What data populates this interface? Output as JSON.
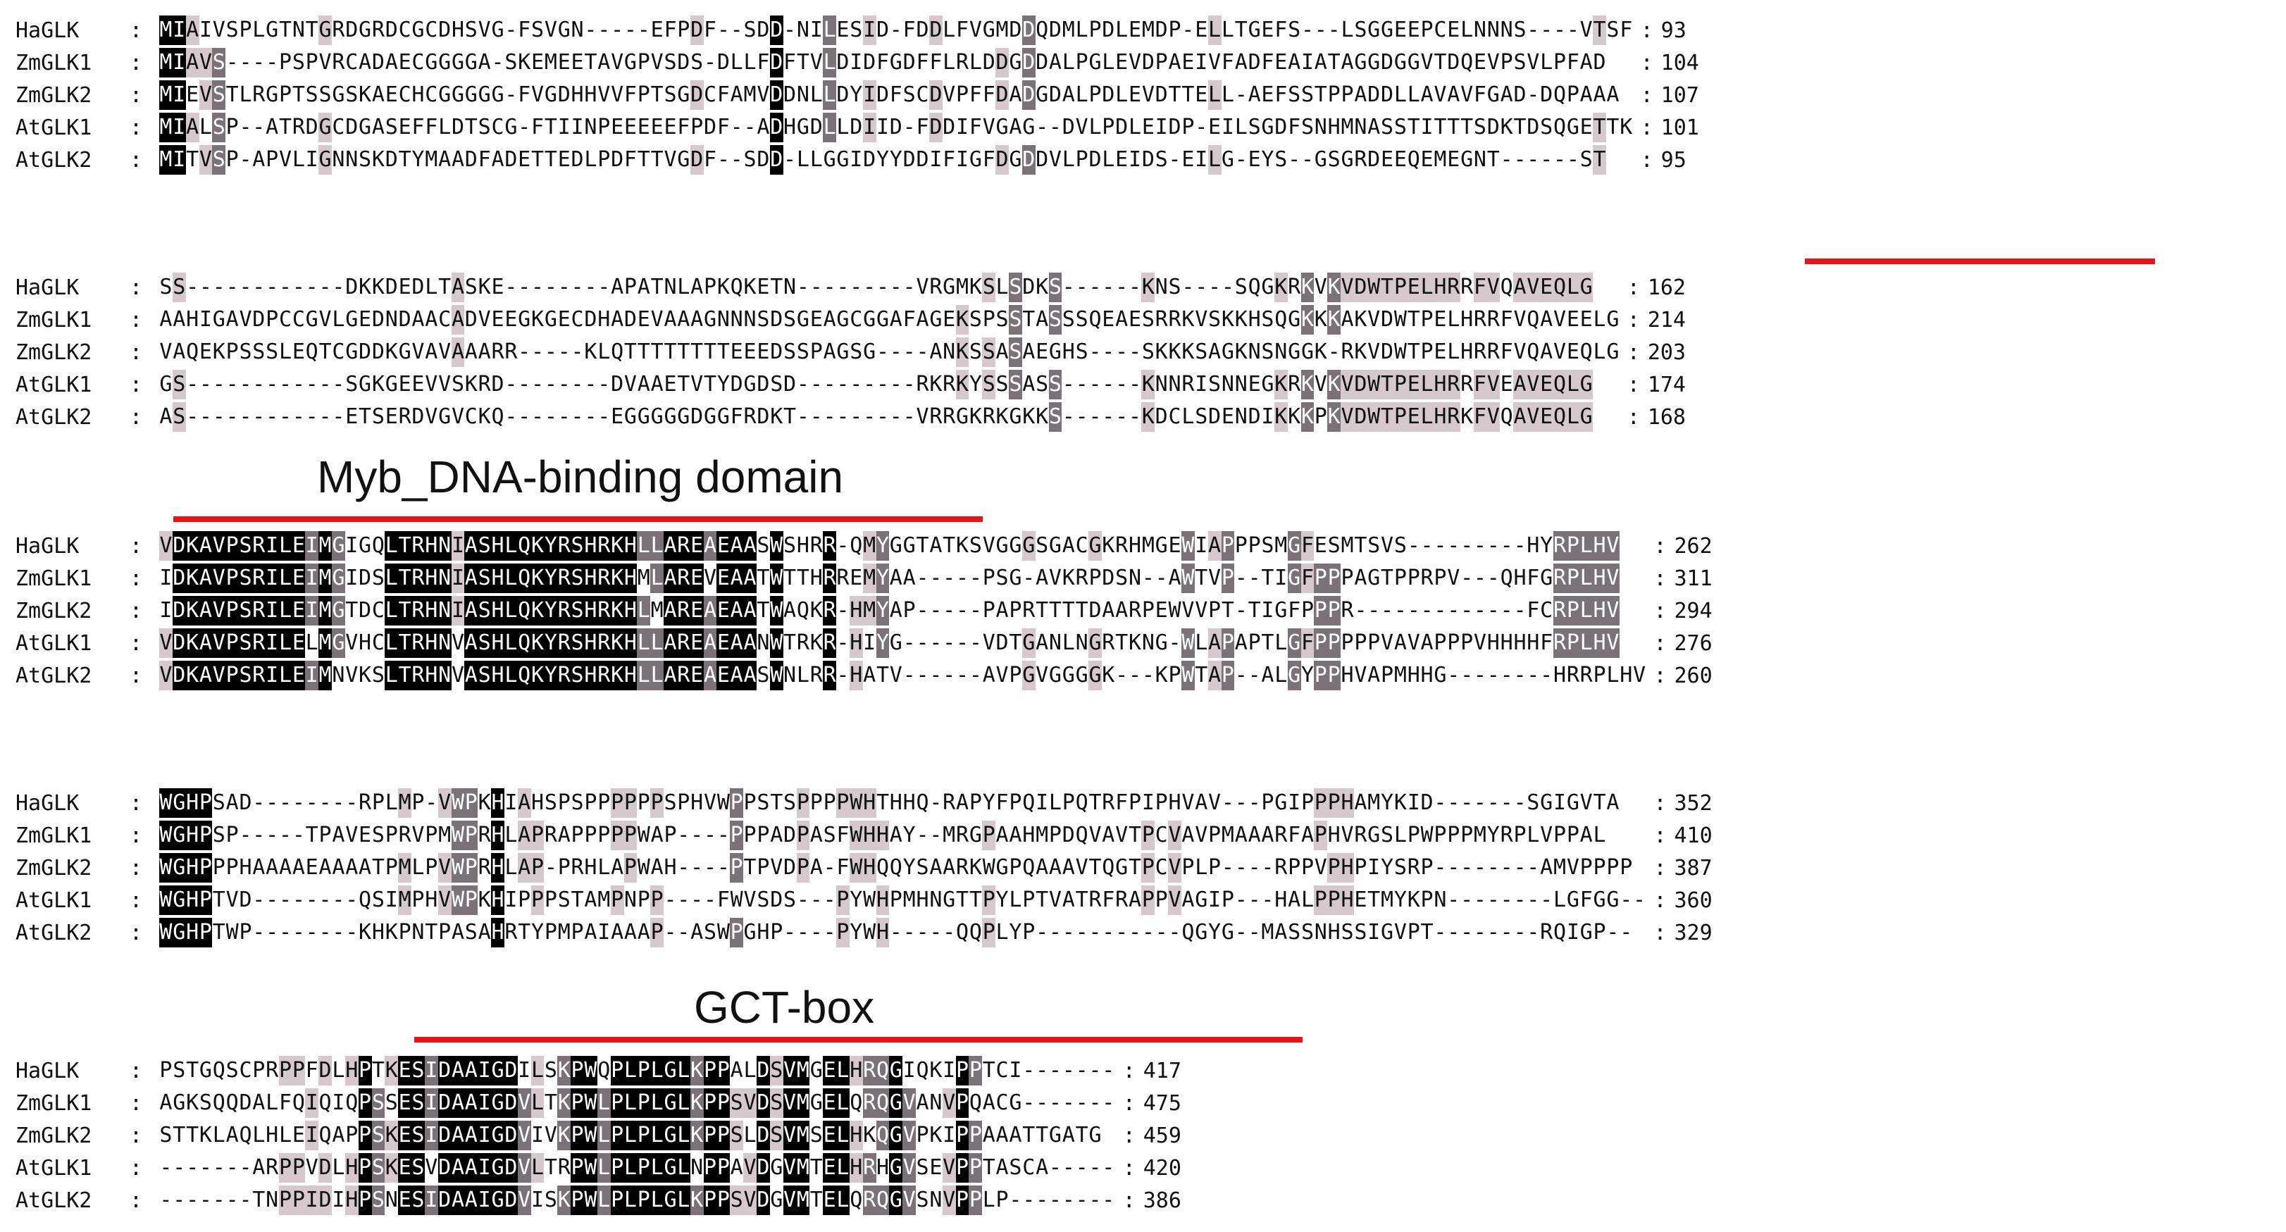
{
  "blocks": [
    {
      "rows": [
        {
          "name": "HaGLK",
          "seq": "MIAIVSPLGTNTGRDGRDCGCDHSVG-FSVGN-----EFPDF--SDD-NILESID-FDDLFVGMDDQDMLPDLEMDP-ELLTGEFS---LSGGEEPCELNNNS----VTSF",
          "end": "93"
        },
        {
          "name": "ZmGLK1",
          "seq": "MIAVS----PSPVRCADAECGGGGA-SKEMEETAVGPVSDS-DLLFDFTVLDIDFGDFFLRLDDGDDALPGLEVDPAEIVFADFEAIATAGGDGGVTDQEVPSVLPFAD",
          "end": "104"
        },
        {
          "name": "ZmGLK2",
          "seq": "MIEVSTLRGPTSSGSKAECHCGGGGG-FVGDHHVVFPTSGDCFAMVDDNLLDYIDFSCDVPFFDADGDALPDLEVDTTELL-AEFSSTPPADDLLAVAVFGAD-DQPAAA",
          "end": "107"
        },
        {
          "name": "AtGLK1",
          "seq": "MIALSP--ATRDGCDGASEFFLDTSCG-FTIINPEEEEEFPDF--ADHGDLLDIID-FDDIFVGAG--DVLPDLEIDP-EILSGDFSNHMNASSTITTTSDKTDSQGETTK",
          "end": "101"
        },
        {
          "name": "AtGLK2",
          "seq": "MITVSP-APVLIGNNSKDTYMAADFADETTEDLPDFTTVGDF--SDD-LLGGIDYYDDIFIGFDGDDVLPDLEIDS-EILG-EYS--GSGRDEEQEMEGNT------ST",
          "end": "95"
        }
      ]
    },
    {
      "rows": [
        {
          "name": "HaGLK",
          "seq": "SS------------DKKDEDLTASKE--------APATNLAPKQKETN---------VRGMKSLSDKS------KNS----SQGKRKVKVDWTPELHRRFVQAVEQLG",
          "end": "162"
        },
        {
          "name": "ZmGLK1",
          "seq": "AAHIGAVDPCCGVLGEDNDAACADVEEGKGECDHADEVAAAGNNNSDSGEAGCGGAFAGEKSPSSTASSSQEAESRRKVSKKHSQGKKKAKVDWTPELHRRFVQAVEELG",
          "end": "214"
        },
        {
          "name": "ZmGLK2",
          "seq": "VAQEKPSSSLEQTCGDDKGVAVAAARR-----KLQTTTTTTTTEEEDSSPAGSG----ANKSSASAEGHS----SKKKSAGKNSNGGK-RKVDWTPELHRRFVQAVEQLG",
          "end": "203"
        },
        {
          "name": "AtGLK1",
          "seq": "GS------------SGKGEEVVSKRD--------DVAAETVTYDGDSD---------RKRKYSSSASS------KNNRISNNEGKRKVKVDWTPELHRRFVEAVEQLG",
          "end": "174"
        },
        {
          "name": "AtGLK2",
          "seq": "AS------------ETSERDVGVCKQ--------EGGGGGDGGFRDKT---------VRRGKRKGKKS------KDCLSDENDIKKKPKVDWTPELHRKFVQAVEQLG",
          "end": "168"
        }
      ]
    },
    {
      "rows": [
        {
          "name": "HaGLK",
          "seq": "VDKAVPSRILEIMGIGQLTRHNIASHLQKYRSHRKHLLAREAEAASWSHRR-QMYGGTATKSVGGGSGACGKRHMGEWIAPPPSMGFESMTSVS---------HYRPLHV",
          "end": "262"
        },
        {
          "name": "ZmGLK1",
          "seq": "IDKAVPSRILEIMGIDSLTRHNIASHLQKYRSHRKHMLAREVEAATWTTHRREMYAA-----PSG-AVKRPDSN--AWTVP--TIGFPPPAGTPPRPV---QHFGRPLHV",
          "end": "311"
        },
        {
          "name": "ZmGLK2",
          "seq": "IDKAVPSRILEIMGTDCLTRHNIASHLQKYRSHRKHLMAREAEAATWAQKR-HMYAP-----PAPRTTTTDAARPEWVVPT-TIGFPPPR-------------FCRPLHV",
          "end": "294"
        },
        {
          "name": "AtGLK1",
          "seq": "VDKAVPSRILELMGVHCLTRHNVASHLQKYRSHRKHLLAREAEAANWTRKR-HIYG------VDTGANLNGRTKNG-WLAPAPTLGFPPPPPVAVAPPPVHHHHFRPLHV",
          "end": "276"
        },
        {
          "name": "AtGLK2",
          "seq": "VDKAVPSRILEIMNVKSLTRHNVASHLQKYRSHRKHLLAREAEAASWNLRR-HATV------AVPGVGGGGK---KPWTAP--ALGYPPHVAPMHHG--------HRRPLHV",
          "end": "260"
        }
      ]
    },
    {
      "rows": [
        {
          "name": "HaGLK",
          "seq": "WGHPSAD--------RPLMP-VWPKHIAHSPSPPPPPPSPHVWPPSTSPPPPWHTHHQ-RAPYFPQILPQTRFPIPHVAV---PGIPPPHAMYKID-------SGIGVTA",
          "end": "352"
        },
        {
          "name": "ZmGLK1",
          "seq": "WGHPSP-----TPAVESPRVPMWPRHLAPRAPPPPPWAP----PPPADPASFWHHAY--MRGPAAHMPDQVAVTPCVAVPMAAARFAPHVRGSLPWPPPMYRPLVPPAL",
          "end": "410"
        },
        {
          "name": "ZmGLK2",
          "seq": "WGHPPPHAAAAEAAAATPMLPVWPRHLAP-PRHLAPWAH----PTPVDPA-FWHQQYSAARKWGPQAAAVTQGTPCVPLP----RPPVPHPIYSRP--------AMVPPPP",
          "end": "387"
        },
        {
          "name": "AtGLK1",
          "seq": "WGHPTVD--------QSIMPHVWPKHIPPPSTAMPNPP----FWVSDS---PYWHPMHNGTTPYLPTVATRFRAPPVAGIP---HALPPHETMYKPN--------LGFGG--",
          "end": "360"
        },
        {
          "name": "AtGLK2",
          "seq": "WGHPTWP--------KHKPNTPASAHRTYPMPAIAAAP--ASWPGHP----PYWH-----QQPLYP-----------QGYG--MASSNHSSIGVPT--------RQIGP--",
          "end": "329"
        }
      ]
    },
    {
      "rows": [
        {
          "name": "HaGLK",
          "seq": "PSTGQSCPRPPFDLHPTKESIDAAIGDILSKPWQPLPLGLKPPALDSVMGELHRQGIQKIPPTCI-------",
          "end": "417"
        },
        {
          "name": "ZmGLK1",
          "seq": "AGKSQQDALFQIQIQPSSESIDAAIGDVLTKPWLPLPLGLKPPSVDSVMGELQRQGVANVPQACG-------",
          "end": "475"
        },
        {
          "name": "ZmGLK2",
          "seq": "STTKLAQLHLEIQAPPSKESIDAAIGDVIVKPWLPLPLGLKPPSLDSVMSELHKQGVPKIPPAAATTGATG",
          "end": "459"
        },
        {
          "name": "AtGLK1",
          "seq": "-------ARPPVDLHPSKESVDAAIGDVLTRPWLPLPLGLNPPAVDGVMTELHRHGVSEVPPTASCA-----",
          "end": "420"
        },
        {
          "name": "AtGLK2",
          "seq": "-------TNPPIDIHPSNESIDAAIGDVISKPWLPLPLGLKPPSVDGVMTELQRQGVSNVPPLP--------",
          "end": "386"
        }
      ]
    }
  ],
  "annotations": {
    "myb_label": "Myb_DNA-binding domain",
    "gct_label": "GCT-box"
  },
  "colors": {
    "identical": "#000000",
    "similar": "#7a7276",
    "partial": "#d6c9cd",
    "domain_bar": "#ee1111"
  }
}
